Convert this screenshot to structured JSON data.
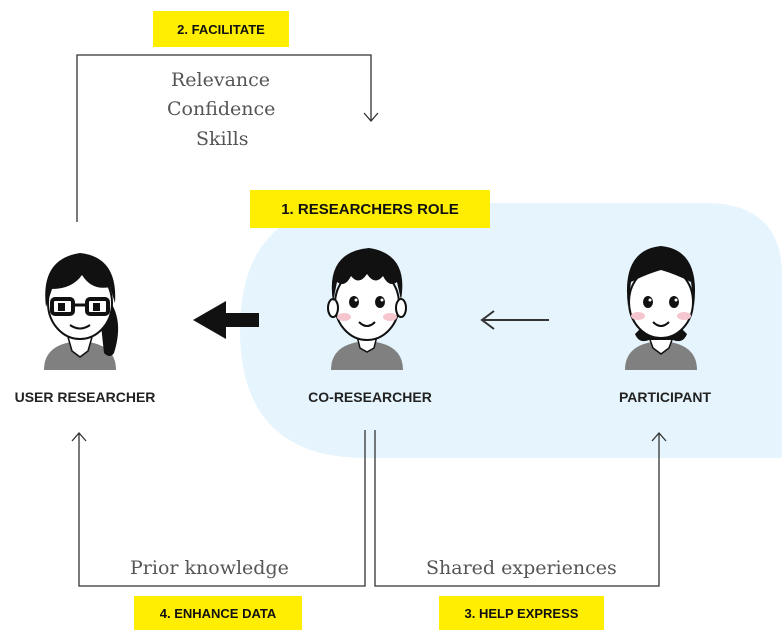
{
  "colors": {
    "highlight": "#ffee00",
    "zone": "#e6f5fd",
    "line": "#333333",
    "skin": "#ffffff",
    "hair": "#111111",
    "shirt": "#808080",
    "blush": "#f6c6cf"
  },
  "tags": {
    "facilitate": "2. FACILITATE",
    "researchers_role": "1. RESEARCHERS ROLE",
    "enhance_data": "4. ENHANCE DATA",
    "help_express": "3. HELP EXPRESS"
  },
  "facilitate_items": [
    "Relevance",
    "Confidence",
    "Skills"
  ],
  "people": {
    "user_researcher": "USER RESEARCHER",
    "co_researcher": "CO-RESEARCHER",
    "participant": "PARTICIPANT"
  },
  "flows": {
    "prior_knowledge": "Prior knowledge",
    "shared_experiences": "Shared experiences"
  },
  "icons": [
    "user-researcher-avatar-icon",
    "co-researcher-avatar-icon",
    "participant-avatar-icon",
    "arrow-left-icon",
    "arrow-down-icon",
    "arrow-up-icon"
  ]
}
